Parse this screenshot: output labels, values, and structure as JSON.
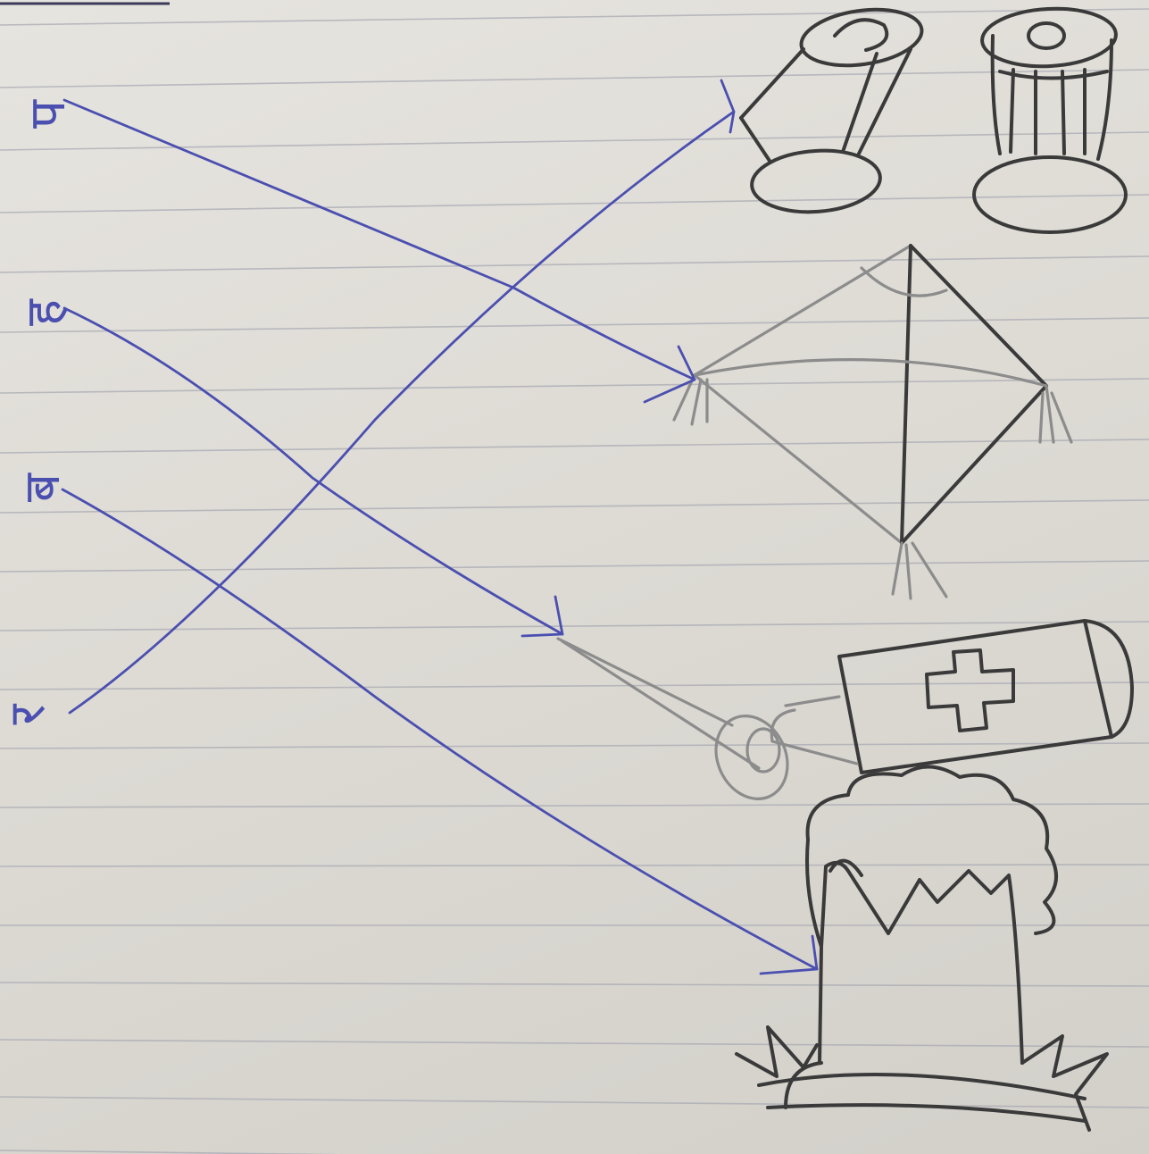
{
  "letters": {
    "pa": "प",
    "ha": "ह",
    "ba": "ब",
    "ra": "र"
  },
  "colors": {
    "ink": "#4a4fb0",
    "pencil": "#3a3a3a",
    "paper": "#e3e1dc",
    "rule": "#a9aab4"
  },
  "matches": [
    {
      "letter": "प",
      "picture": "kite"
    },
    {
      "letter": "ह",
      "picture": "medicine-tube"
    },
    {
      "letter": "ब",
      "picture": "tree-stump"
    },
    {
      "letter": "र",
      "picture": "spool"
    }
  ]
}
